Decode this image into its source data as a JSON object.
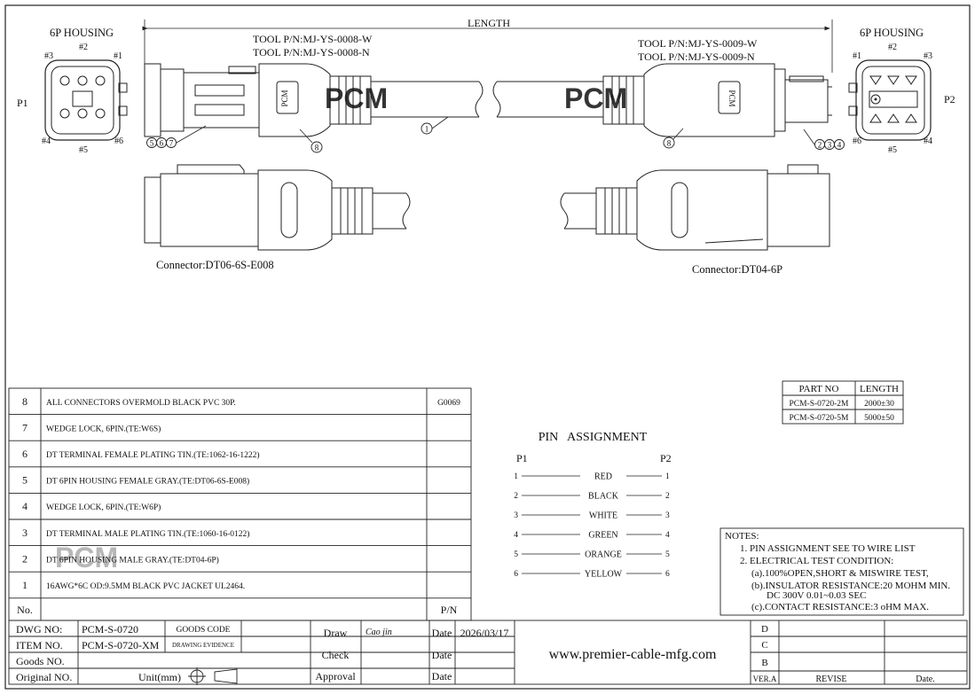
{
  "drawing": {
    "length_label": "LENGTH",
    "p1": {
      "housing_title": "6P HOUSING",
      "side_label": "P1",
      "pins": [
        "#1",
        "#2",
        "#3",
        "#4",
        "#5",
        "#6"
      ],
      "tool_pn": [
        "TOOL P/N:MJ-YS-0008-W",
        "TOOL P/N:MJ-YS-0008-N"
      ],
      "connector": "Connector:DT06-6S-E008",
      "balloons": [
        "5",
        "6",
        "7"
      ],
      "overmold_balloon": "8",
      "overmold_text": "PCM"
    },
    "p2": {
      "housing_title": "6P HOUSING",
      "side_label": "P2",
      "pins": [
        "#1",
        "#2",
        "#3",
        "#4",
        "#5",
        "#6"
      ],
      "tool_pn": [
        "TOOL P/N:MJ-YS-0009-W",
        "TOOL P/N:MJ-YS-0009-N"
      ],
      "connector": "Connector:DT04-6P",
      "balloons": [
        "2",
        "3",
        "4"
      ],
      "overmold_balloon": "8",
      "overmold_text": "PCM"
    },
    "cable_balloon": "1",
    "watermark": "PCM"
  },
  "bom": {
    "rows": [
      {
        "no": "8",
        "desc": "ALL CONNECTORS OVERMOLD BLACK PVC 30P.",
        "pn": "G0069"
      },
      {
        "no": "7",
        "desc": "WEDGE LOCK, 6PIN.(TE:W6S)",
        "pn": ""
      },
      {
        "no": "6",
        "desc": "DT TERMINAL FEMALE PLATING TIN.(TE:1062-16-1222)",
        "pn": ""
      },
      {
        "no": "5",
        "desc": "DT 6PIN HOUSING FEMALE GRAY.(TE:DT06-6S-E008)",
        "pn": ""
      },
      {
        "no": "4",
        "desc": "WEDGE LOCK, 6PIN.(TE:W6P)",
        "pn": ""
      },
      {
        "no": "3",
        "desc": "DT TERMINAL MALE PLATING TIN.(TE:1060-16-0122)",
        "pn": ""
      },
      {
        "no": "2",
        "desc": "DT 6PIN HOUSING MALE GRAY.(TE:DT04-6P)",
        "pn": ""
      },
      {
        "no": "1",
        "desc": "16AWG*6C OD:9.5MM BLACK PVC JACKET UL2464.",
        "pn": ""
      }
    ],
    "header": {
      "no": "No.",
      "pn": "P/N"
    }
  },
  "pin_assignment": {
    "title": "PIN   ASSIGNMENT",
    "left_label": "P1",
    "right_label": "P2",
    "wires": [
      {
        "p1": "1",
        "color": "RED",
        "p2": "1"
      },
      {
        "p1": "2",
        "color": "BLACK",
        "p2": "2"
      },
      {
        "p1": "3",
        "color": "WHITE",
        "p2": "3"
      },
      {
        "p1": "4",
        "color": "GREEN",
        "p2": "4"
      },
      {
        "p1": "5",
        "color": "ORANGE",
        "p2": "5"
      },
      {
        "p1": "6",
        "color": "YELLOW",
        "p2": "6"
      }
    ]
  },
  "length_table": {
    "headers": [
      "PART NO",
      "LENGTH"
    ],
    "rows": [
      [
        "PCM-S-0720-2M",
        "2000±30"
      ],
      [
        "PCM-S-0720-5M",
        "5000±50"
      ]
    ]
  },
  "notes": {
    "title": "NOTES:",
    "lines": [
      "1.  PIN ASSIGNMENT SEE TO WIRE LIST",
      "2.  ELECTRICAL TEST CONDITION:",
      "(a).100%OPEN,SHORT & MISWIRE TEST,",
      "(b).INSULATOR RESISTANCE:20 MOHM MIN.",
      "DC 300V 0.01~0.03 SEC",
      "(c).CONTACT RESISTANCE:3 oHM MAX."
    ]
  },
  "title_block": {
    "dwg_no_label": "DWG NO:",
    "dwg_no": "PCM-S-0720",
    "goods_code_label": "GOODS CODE",
    "item_no_label": "ITEM NO.",
    "item_no": "PCM-S-0720-XM",
    "drawing_evidence_label": "DRAWING EVIDENCE",
    "goods_no_label": "Goods NO.",
    "original_no_label": "Original NO.",
    "unit_label": "Unit(mm)",
    "draw_label": "Draw",
    "draw_sign": "Cao jin",
    "check_label": "Check",
    "approval_label": "Approval",
    "date_label": "Date",
    "date_value": "2026/03/17",
    "website": "www.premier-cable-mfg.com",
    "revisions": [
      "D",
      "C",
      "B"
    ],
    "ver_label": "VER.A",
    "revise_label": "REVISE",
    "rev_date_label": "Date."
  },
  "colors": {
    "line": "#222222",
    "watermark": "#f07a1e"
  }
}
